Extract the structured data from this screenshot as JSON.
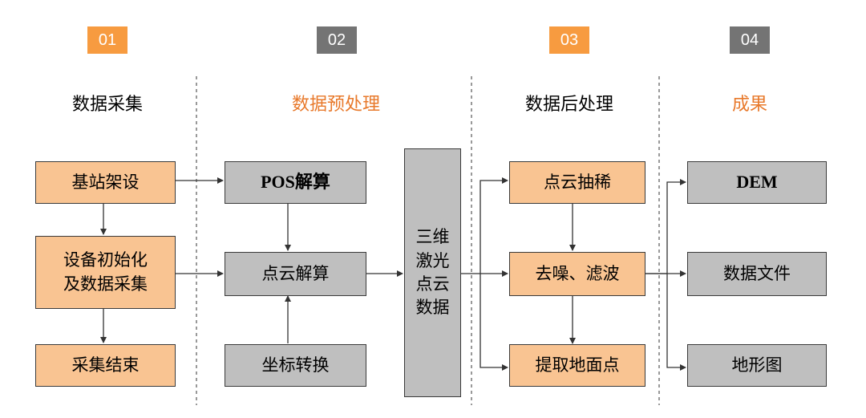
{
  "colors": {
    "orange": "#f79b40",
    "orange_text": "#e8792b",
    "gray_badge": "#747474",
    "orange_fill": "#f9c492",
    "gray_fill": "#bfbfbf"
  },
  "columns": [
    {
      "number": "01",
      "title": "数据采集"
    },
    {
      "number": "02",
      "title": "数据预处理"
    },
    {
      "number": "03",
      "title": "数据后处理"
    },
    {
      "number": "04",
      "title": "成果"
    }
  ],
  "nodes": {
    "base_station": "基站架设",
    "device_init": "设备初始化\n及数据采集",
    "collect_end": "采集结束",
    "pos_solve": "POS解算",
    "pc_solve": "点云解算",
    "coord_transform": "坐标转换",
    "lidar_data": "三维\n激光\n点云\n数据",
    "thinning": "点云抽稀",
    "denoise": "去噪、滤波",
    "ground_extract": "提取地面点",
    "dem": "DEM",
    "data_file": "数据文件",
    "topo_map": "地形图"
  }
}
